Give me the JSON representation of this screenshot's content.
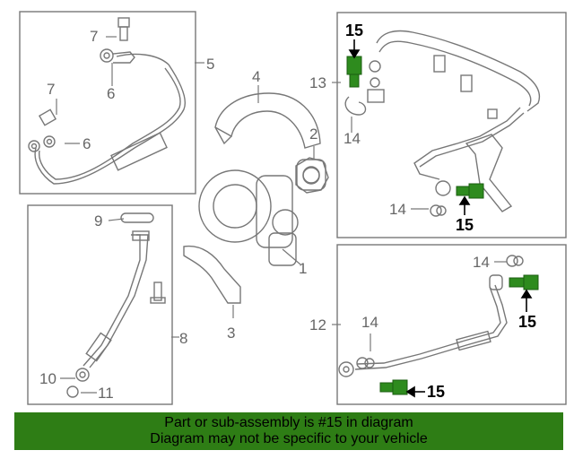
{
  "callouts": {
    "c1": "1",
    "c2": "2",
    "c3": "3",
    "c4": "4",
    "c5": "5",
    "c6a": "6",
    "c6b": "6",
    "c7a": "7",
    "c7b": "7",
    "c8": "8",
    "c9": "9",
    "c10": "10",
    "c11": "11",
    "c12": "12",
    "c13": "13",
    "c14a": "14",
    "c14b": "14",
    "c14c": "14",
    "c14d": "14",
    "c15a": "15",
    "c15b": "15",
    "c15c": "15",
    "c15d": "15"
  },
  "banner": {
    "line1": "Part or sub-assembly is #15 in diagram",
    "line2": "Diagram may not be specific to your vehicle"
  },
  "colors": {
    "highlight_part": "#2e8b1e",
    "banner_bg": "#2e7d15",
    "line_art": "#777777"
  }
}
